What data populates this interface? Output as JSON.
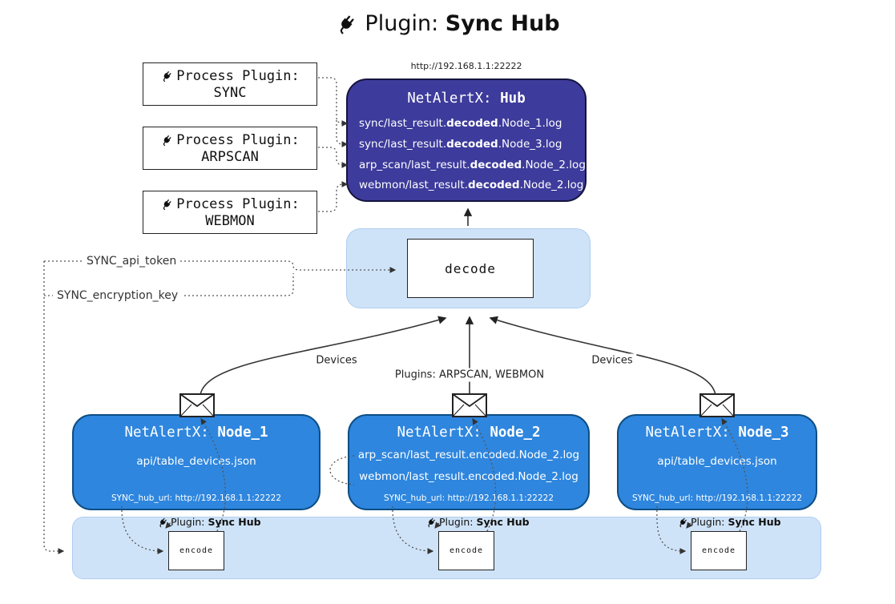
{
  "title": {
    "label": "Plugin: ",
    "label_bold": "Sync Hub"
  },
  "hub": {
    "url": "http://192.168.1.1:22222",
    "name": "NetAlertX: ",
    "name_bold": "Hub",
    "logs": [
      {
        "pre": "sync/last_result.",
        "bold": "decoded",
        "post": ".Node_1.log"
      },
      {
        "pre": "sync/last_result.",
        "bold": "decoded",
        "post": ".Node_3.log"
      },
      {
        "pre": "arp_scan/last_result.",
        "bold": "decoded",
        "post": ".Node_2.log"
      },
      {
        "pre": "webmon/last_result.",
        "bold": "decoded",
        "post": ".Node_2.log"
      }
    ]
  },
  "process_plugins": [
    {
      "title": "Process Plugin:",
      "name": "SYNC"
    },
    {
      "title": "Process Plugin:",
      "name": "ARPSCAN"
    },
    {
      "title": "Process Plugin:",
      "name": "WEBMON"
    }
  ],
  "decode": {
    "label": "decode"
  },
  "settings": {
    "api_token": "SYNC_api_token",
    "encryption_key": "SYNC_encryption_key"
  },
  "edge_labels": {
    "devices_left": "Devices",
    "plugins_center": "Plugins: ARPSCAN, WEBMON",
    "devices_right": "Devices"
  },
  "nodes": [
    {
      "name": "NetAlertX: ",
      "name_bold": "Node_1",
      "files": [
        "api/table_devices.json"
      ],
      "hub_url": "SYNC_hub_url: http://192.168.1.1:22222"
    },
    {
      "name": "NetAlertX: ",
      "name_bold": "Node_2",
      "files": [
        "arp_scan/last_result.encoded.Node_2.log",
        "webmon/last_result.encoded.Node_2.log"
      ],
      "hub_url": "SYNC_hub_url: http://192.168.1.1:22222"
    },
    {
      "name": "NetAlertX: ",
      "name_bold": "Node_3",
      "files": [
        "api/table_devices.json"
      ],
      "hub_url": "SYNC_hub_url: http://192.168.1.1:22222"
    }
  ],
  "encoders": {
    "plugin_label": "Plugin: ",
    "plugin_label_bold": "Sync Hub",
    "box_label": "encode"
  },
  "colors": {
    "hub_fill": "#3d3b9b",
    "node_fill": "#2e86de",
    "panel_fill": "#cfe3f8"
  }
}
